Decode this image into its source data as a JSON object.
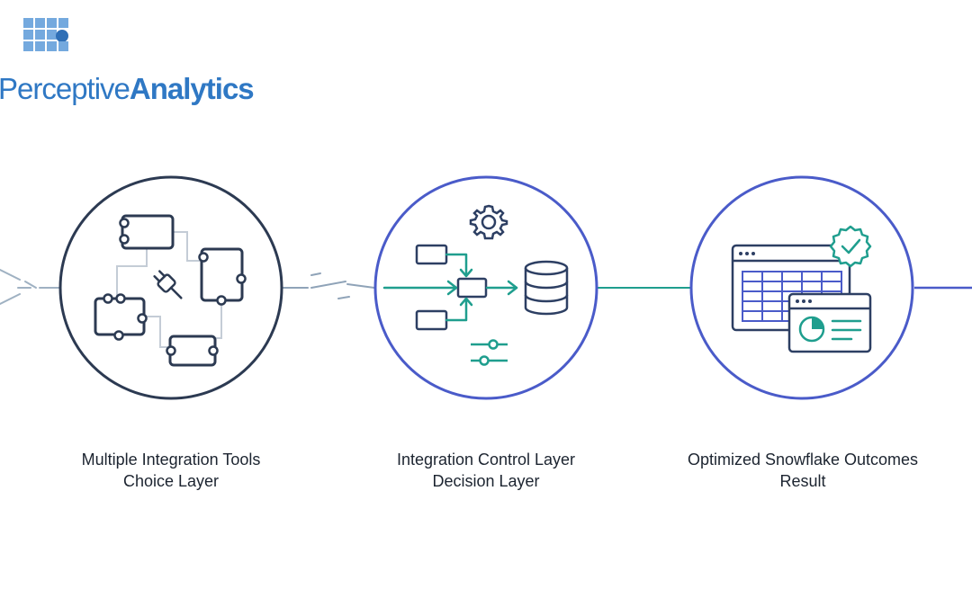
{
  "brand": {
    "name_light": "Perceptive",
    "name_bold": "Analytics",
    "color": "#2f78c4"
  },
  "stages": [
    {
      "title": "Multiple Integration Tools",
      "subtitle": "Choice Layer",
      "icon": "connected-tools-plug-icon"
    },
    {
      "title": "Integration Control Layer",
      "subtitle": "Decision Layer",
      "icon": "data-flow-control-icon"
    },
    {
      "title": "Optimized Snowflake Outcomes",
      "subtitle": "Result",
      "icon": "dashboard-verified-icon"
    }
  ],
  "colors": {
    "circle_dark": "#2c3a52",
    "circle_blue": "#4a5bc9",
    "teal": "#1f9e8e",
    "navy": "#2d3f63",
    "connector": "#8fa3b8"
  }
}
